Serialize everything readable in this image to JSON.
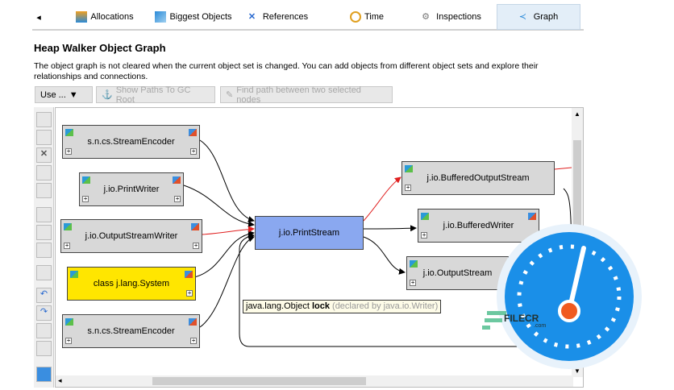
{
  "tabs": [
    {
      "label": "Allocations",
      "icon": "allocations-icon"
    },
    {
      "label": "Biggest Objects",
      "icon": "biggest-objects-icon"
    },
    {
      "label": "References",
      "icon": "references-icon"
    },
    {
      "label": "Time",
      "icon": "clock-icon"
    },
    {
      "label": "Inspections",
      "icon": "gear-icon"
    },
    {
      "label": "Graph",
      "icon": "graph-icon",
      "active": true
    }
  ],
  "page": {
    "title": "Heap Walker Object Graph",
    "description": "The object graph is not cleared when the current object set is changed. You can add objects from different object sets and explore their relationships and connections."
  },
  "toolbar": {
    "use_label": "Use ...",
    "gc_root_label": "Show Paths To GC Root",
    "find_path_label": "Find path between two selected nodes"
  },
  "nodes": [
    {
      "label": "s.n.cs.StreamEncoder"
    },
    {
      "label": "j.io.PrintWriter"
    },
    {
      "label": "j.io.OutputStreamWriter"
    },
    {
      "label": "class j.lang.System",
      "color": "#ffe600"
    },
    {
      "label": "s.n.cs.StreamEncoder"
    },
    {
      "label": "j.io.PrintStream",
      "color": "#8aa8f0"
    },
    {
      "label": "j.io.BufferedOutputStream"
    },
    {
      "label": "j.io.BufferedWriter"
    },
    {
      "label": "j.io.OutputStream"
    }
  ],
  "tooltip": {
    "type": "java.lang.Object",
    "field": "lock",
    "declared": "(declared by java.io.Writer)"
  },
  "watermark": {
    "text": "FILECR",
    "sub": ".com"
  },
  "colors": {
    "selected_edge": "#e02020",
    "node_default": "#d8d8d8"
  }
}
